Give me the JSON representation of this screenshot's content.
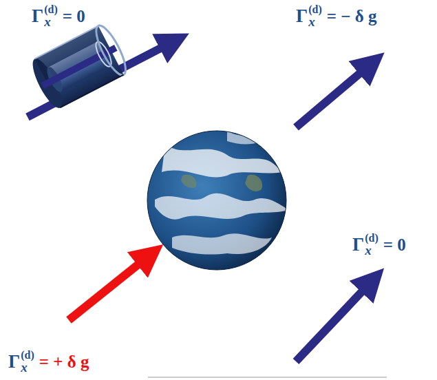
{
  "diagram": {
    "labels": [
      "Γ",
      "x",
      "(d)",
      "= 0",
      "Γ",
      "x",
      "(d)",
      "= − δ g",
      "Γ",
      "x",
      "(d)",
      "= 0",
      "Γ",
      "x",
      "(d)",
      "= + δ g"
    ]
  }
}
